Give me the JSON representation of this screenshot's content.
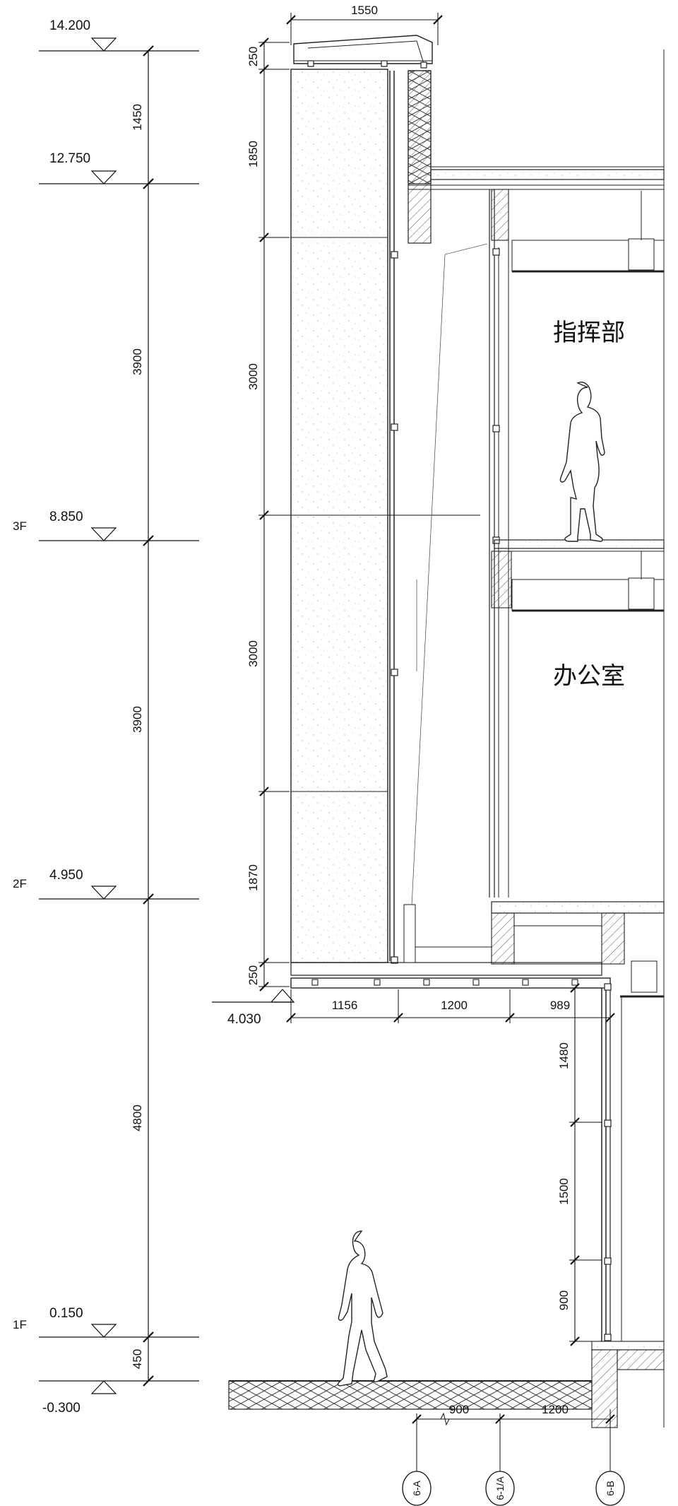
{
  "elevations": [
    {
      "id": "el-14200",
      "value": "14.200",
      "floor": ""
    },
    {
      "id": "el-12750",
      "value": "12.750",
      "floor": ""
    },
    {
      "id": "el-8850",
      "value": "8.850",
      "floor": "3F"
    },
    {
      "id": "el-4950",
      "value": "4.950",
      "floor": "2F"
    },
    {
      "id": "el-0150",
      "value": "0.150",
      "floor": "1F"
    },
    {
      "id": "el-m0300",
      "value": "-0.300",
      "floor": ""
    }
  ],
  "soffit_elevation": "4.030",
  "left_dimensions": [
    "1450",
    "3900",
    "3900",
    "4800",
    "450"
  ],
  "panel_dimensions": [
    "250",
    "1850",
    "3000",
    "3000",
    "1870",
    "250"
  ],
  "top_width": "1550",
  "soffit_dimensions": [
    "1156",
    "1200",
    "989"
  ],
  "lower_dimensions": [
    "1480",
    "1500",
    "900"
  ],
  "bottom_dimensions": [
    "900",
    "1200"
  ],
  "axes": [
    "6-A",
    "6-1/A",
    "6-B"
  ],
  "rooms": {
    "upper": "指挥部",
    "lower": "办公室"
  }
}
